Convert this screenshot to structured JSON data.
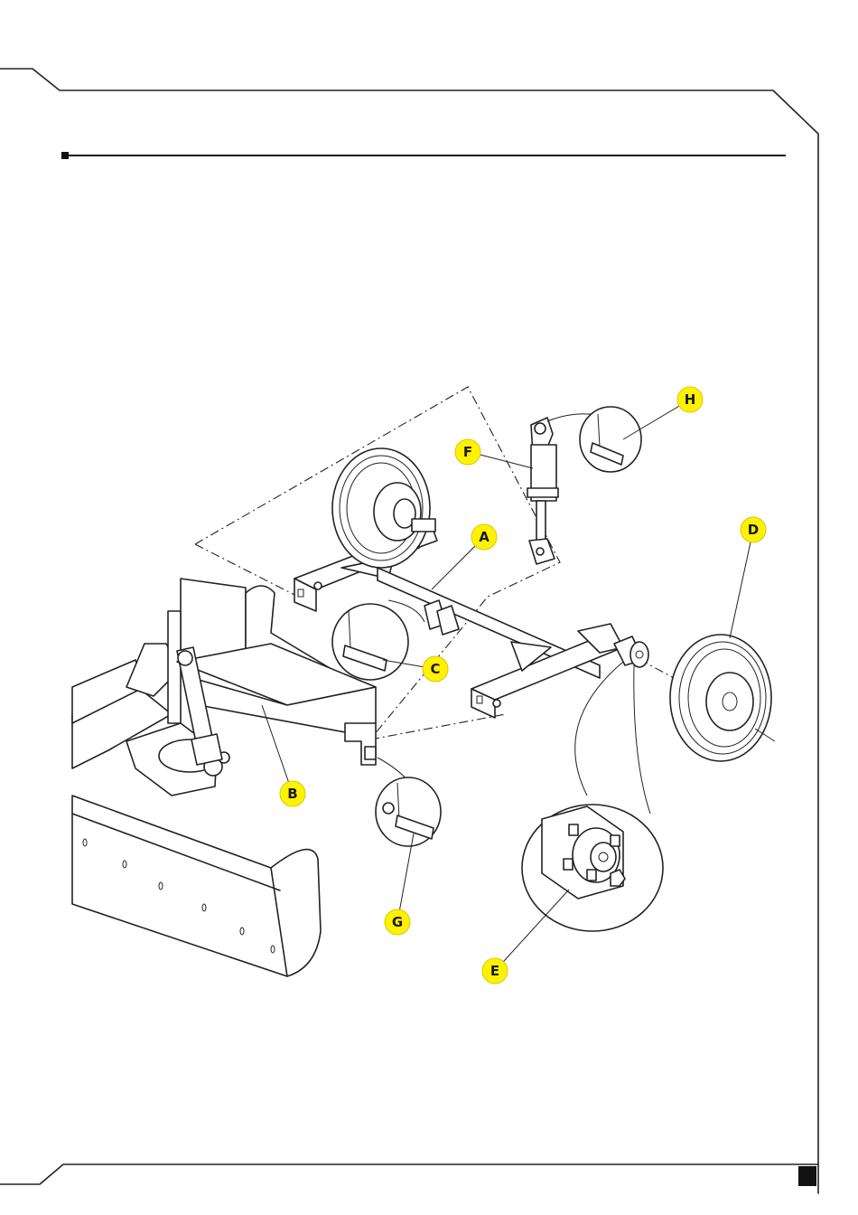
{
  "colors": {
    "callout_fill": "#fff200",
    "ink": "#222222",
    "page_marker": "#111111"
  },
  "callouts": [
    {
      "id": "A",
      "letter": "A",
      "part": "axle-frame"
    },
    {
      "id": "B",
      "letter": "B",
      "part": "main-frame-arm"
    },
    {
      "id": "C",
      "letter": "C",
      "part": "pivot-pin"
    },
    {
      "id": "D",
      "letter": "D",
      "part": "wheel-tire"
    },
    {
      "id": "E",
      "letter": "E",
      "part": "wheel-hub"
    },
    {
      "id": "F",
      "letter": "F",
      "part": "hydraulic-cylinder"
    },
    {
      "id": "G",
      "letter": "G",
      "part": "mounting-pin"
    },
    {
      "id": "H",
      "letter": "H",
      "part": "cylinder-pin"
    }
  ]
}
